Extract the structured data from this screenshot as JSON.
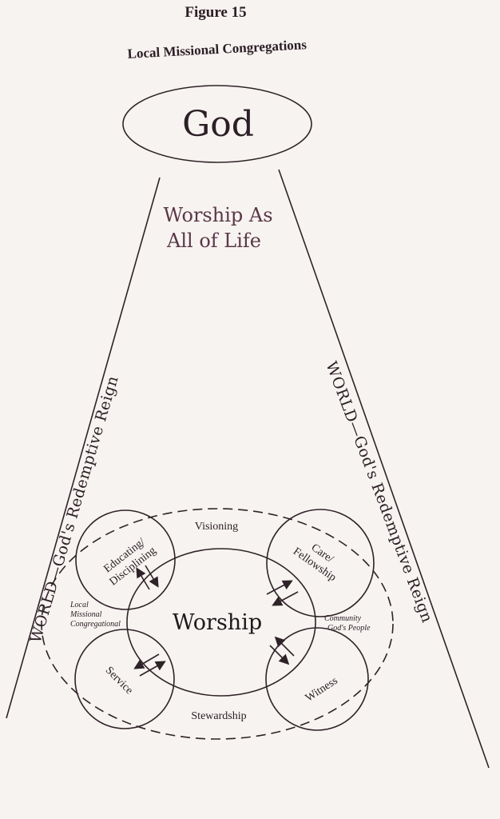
{
  "figure": {
    "number": "Figure 15",
    "title": "Local Missional Congregations"
  },
  "top": {
    "god": "God",
    "worship_line1": "Worship As",
    "worship_line2": "All of Life"
  },
  "sides": {
    "left": "WORLD—God's Redemptive Reign",
    "right": "WORLD—God's Redemptive Reign"
  },
  "core": {
    "center": "Worship",
    "visioning": "Visioning",
    "stewardship": "Stewardship",
    "local_line1": "Local",
    "local_line2": "Missional",
    "local_line3": "Congregational",
    "community_line1": "Community",
    "community_line2": "God's People",
    "educating_line1": "Educating/",
    "educating_line2": "Disciplining",
    "care_line1": "Care/",
    "care_line2": "Fellowship",
    "service": "Service",
    "witness": "Witness"
  },
  "colors": {
    "background": "#f7f3f1",
    "ink": "#2e2328",
    "accent_text": "#5a3848"
  }
}
